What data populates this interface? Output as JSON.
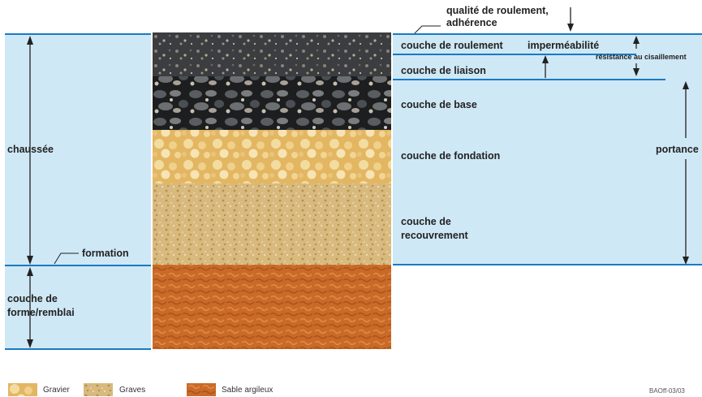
{
  "labels": {
    "chaussee": "chaussée",
    "formation": "formation",
    "couche_forme": "couche de\nforme/remblai",
    "qualite": "qualité de roulement,\nadhérence",
    "couche_roulement": "couche de roulement",
    "impermeabilite": "imperméabilité",
    "resistance": "résistance au cisaillement",
    "couche_liaison": "couche de liaison",
    "couche_base": "couche de base",
    "couche_fondation": "couche de fondation",
    "couche_recouvrement": "couche de\nrecouvrement",
    "portance": "portance"
  },
  "legend": [
    {
      "label": "Gravier",
      "swatch": "gravier"
    },
    {
      "label": "Graves",
      "swatch": "graves"
    },
    {
      "label": "Sable argileux",
      "swatch": "sable"
    }
  ],
  "credit": "BAOff-03/03",
  "colors": {
    "panel": "#cfe8f6",
    "line": "#1a7ac3",
    "asphalt": "#3d3f42",
    "gravier": "#e8c27a",
    "graves": "#d9b87a",
    "sable": "#c76a2a"
  }
}
